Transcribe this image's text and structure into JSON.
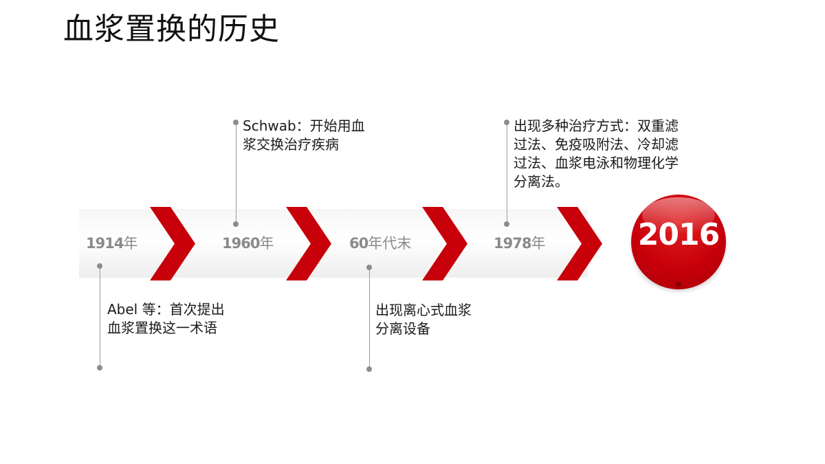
{
  "title": "血浆置换的历史",
  "colors": {
    "accent": "#c8000a",
    "gray": "#8a8a8a",
    "text": "#1a1a1a"
  },
  "timeline": {
    "years": [
      {
        "num": "1914",
        "suffix": "年"
      },
      {
        "num": "1960",
        "suffix": "年"
      },
      {
        "num": "60",
        "suffix": "年代末"
      },
      {
        "num": "1978",
        "suffix": "年"
      }
    ],
    "events": [
      {
        "lines": [
          "Abel 等：首次提出",
          "血浆置换这一术语"
        ]
      },
      {
        "lines": [
          "Schwab：开始用血",
          "浆交换治疗疾病"
        ]
      },
      {
        "lines": [
          "出现离心式血浆",
          "分离设备"
        ]
      },
      {
        "lines": [
          "出现多种治疗方式：双重滤",
          "过法、免疫吸附法、冷却滤",
          "过法、血浆电泳和物理化学",
          "分离法。"
        ]
      }
    ],
    "final_year": "2016"
  }
}
